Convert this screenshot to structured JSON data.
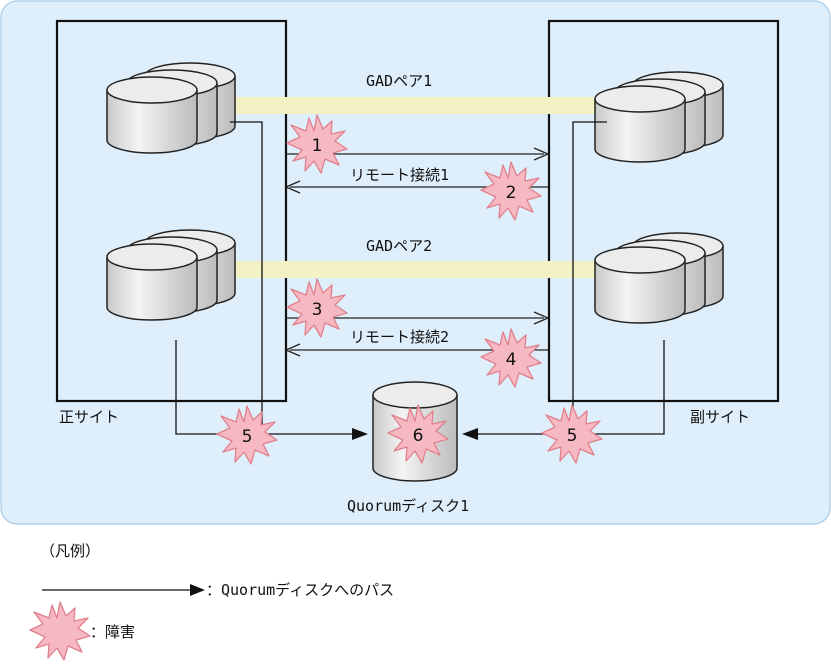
{
  "diagram": {
    "pairs": [
      "GADペア1",
      "GADペア2"
    ],
    "remote_links": [
      "リモート接続1",
      "リモート接続2"
    ],
    "primary_site": "正サイト",
    "secondary_site": "副サイト",
    "quorum_disk": "Quorumディスク1",
    "failure_points": [
      "1",
      "2",
      "3",
      "4",
      "5",
      "5",
      "6"
    ]
  },
  "legend": {
    "title": "（凡例）",
    "path_label": "：Quorumディスクへのパス",
    "failure_label": "：障害"
  },
  "colors": {
    "background_panel": "#deeefa",
    "panel_border": "#a9cbe6",
    "pair_bar": "#f2f2c4",
    "failure_fill": "#f6b8c2",
    "failure_stroke": "#e0808c",
    "disk_fill": "#e4e4e4"
  }
}
